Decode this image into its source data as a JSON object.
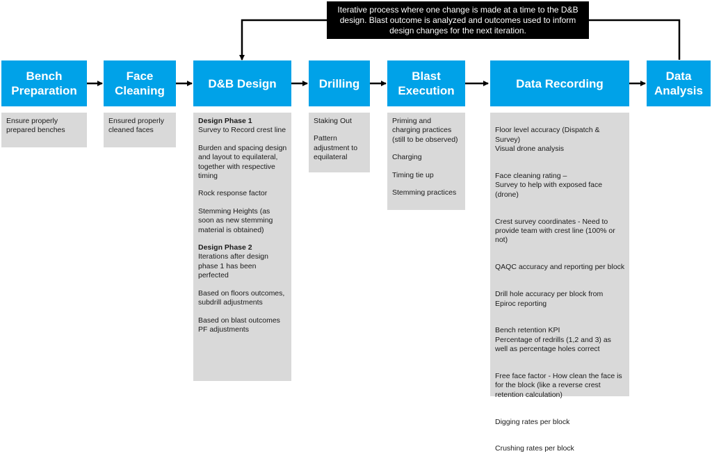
{
  "note": "Iterative process where one change is made at a time to the D&B design. Blast outcome is analyzed and outcomes used to inform design changes for the next iteration.",
  "steps": [
    {
      "title": "Bench Preparation",
      "items": [
        {
          "text": "Ensure properly prepared benches"
        }
      ]
    },
    {
      "title": "Face Cleaning",
      "items": [
        {
          "text": "Ensured properly cleaned faces"
        }
      ]
    },
    {
      "title": "D&B Design",
      "items": [
        {
          "heading": "Design Phase 1",
          "text": "Survey to Record crest line"
        },
        {
          "text": "Burden and spacing design and layout to equilateral, together with respective timing"
        },
        {
          "text": "Rock response factor"
        },
        {
          "text": "Stemming Heights (as soon as new stemming material is obtained)"
        },
        {
          "heading": "Design Phase 2",
          "text": "Iterations after design phase 1 has been perfected"
        },
        {
          "text": "Based on floors outcomes, subdrill adjustments"
        },
        {
          "text": "Based on blast outcomes PF adjustments"
        }
      ]
    },
    {
      "title": "Drilling",
      "items": [
        {
          "text": "Staking Out"
        },
        {
          "text": "Pattern adjustment to equilateral"
        }
      ]
    },
    {
      "title": "Blast Execution",
      "items": [
        {
          "text": "Priming and charging practices (still to be observed)"
        },
        {
          "text": "Charging"
        },
        {
          "text": "Timing tie up"
        },
        {
          "text": "Stemming practices"
        }
      ]
    },
    {
      "title": "Data Recording",
      "items": [
        {
          "text": "Floor level accuracy (Dispatch & Survey)\nVisual drone analysis"
        },
        {
          "text": "Face cleaning rating –\nSurvey to help with exposed face (drone)"
        },
        {
          "text": "Crest survey coordinates - Need to provide team with crest line (100% or not)"
        },
        {
          "text": "QAQC accuracy and reporting per block"
        },
        {
          "text": "Drill hole accuracy per block from Epiroc reporting"
        },
        {
          "text": "Bench retention KPI\nPercentage of redrills (1,2 and 3) as well as percentage holes correct"
        },
        {
          "text": "Free face factor - How clean the face is for the block (like a reverse crest retention calculation)"
        },
        {
          "text": "Digging rates per block"
        },
        {
          "text": "Crushing rates per block"
        }
      ]
    },
    {
      "title": "Data Analysis",
      "items": []
    }
  ]
}
